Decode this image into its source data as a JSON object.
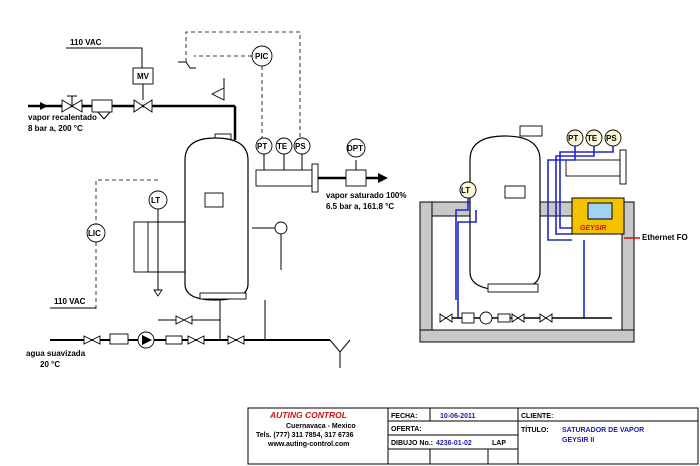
{
  "left_diagram": {
    "power_top": "110 VAC",
    "power_bottom": "110 VAC",
    "mv_tag": "MV",
    "pic_tag": "PIC",
    "pt_tag": "PT",
    "te_tag": "TE",
    "ps_tag": "PS",
    "dpt_tag": "DPT",
    "lt_tag": "LT",
    "lic_tag": "LIC",
    "steam_in_label": "vapor recalentado",
    "steam_in_cond": "8 bar a,  200 °C",
    "steam_out_label": "vapor saturado 100%",
    "steam_out_cond": "6.5 bar a,  161.8 °C",
    "water_label": "agua suavizada",
    "water_temp": "20 °C"
  },
  "right_diagram": {
    "pt_tag": "PT",
    "te_tag": "TE",
    "ps_tag": "PS",
    "lt_tag": "LT",
    "panel_brand": "GEYSIR",
    "ethernet_label": "Ethernet FO"
  },
  "title_block": {
    "company_name": "AUTING  CONTROL",
    "company_city": "Cuernavaca - Mexico",
    "company_phone": "Tels. (777) 311 7854, 317 6736",
    "company_web": "www.auting-control.com",
    "fecha_label": "FECHA:",
    "fecha_value": "10-06-2011",
    "cliente_label": "CLIENTE:",
    "oferta_label": "OFERTA:",
    "titulo_label": "TÍTULO:",
    "titulo_value_1": "SATURADOR DE VAPOR",
    "titulo_value_2": "GEYSIR  II",
    "dibujo_label": "DIBUJO No.:",
    "dibujo_value": "4236-01-02",
    "lap_label": "LAP"
  },
  "colors": {
    "signal_blue": "#1e28c8",
    "panel_yellow": "#f2c200",
    "ethernet_red": "#d01010",
    "frame_gray": "#c8c8c8",
    "brand_red": "#d01010"
  }
}
